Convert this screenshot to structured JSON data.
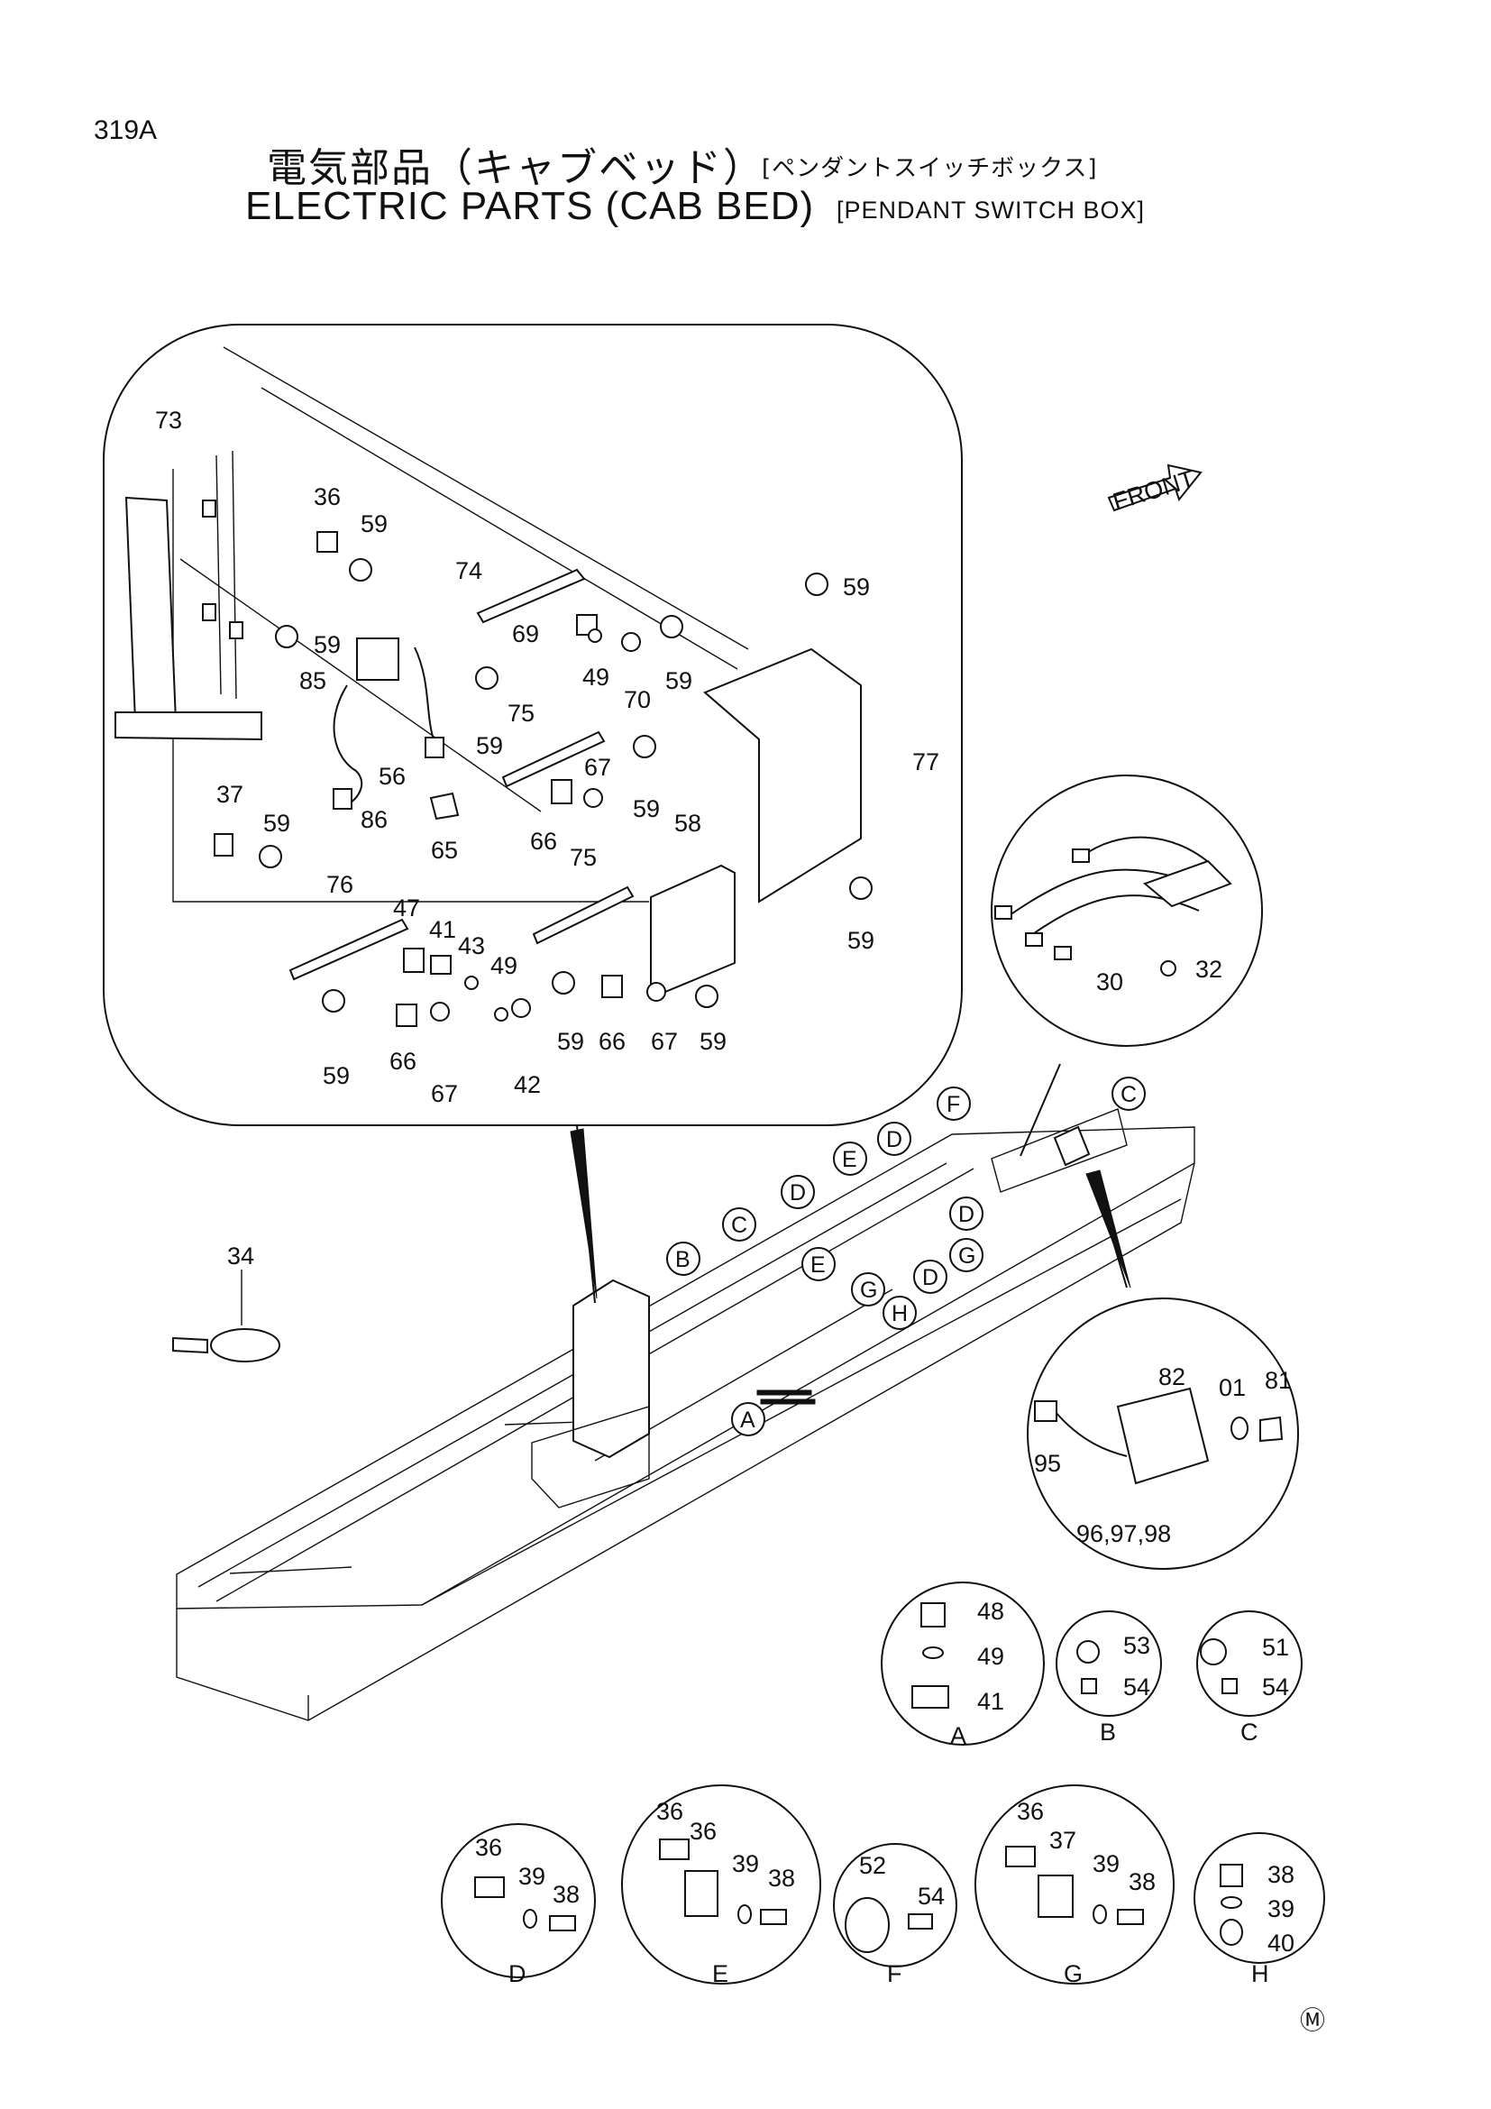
{
  "header": {
    "page_number": "319A",
    "title_jp": "電気部品（キャブベッド）",
    "title_jp_sub": "[ペンダントスイッチボックス]",
    "title_en": "ELECTRIC PARTS (CAB BED)",
    "title_en_sub": "[PENDANT SWITCH BOX]"
  },
  "front_label": "FRONT",
  "detail_box_labels": [
    "73",
    "36",
    "59",
    "74",
    "59",
    "69",
    "49",
    "70",
    "59",
    "59",
    "85",
    "59",
    "75",
    "56",
    "86",
    "65",
    "67",
    "59",
    "66",
    "77",
    "37",
    "59",
    "58",
    "75",
    "76",
    "47",
    "41",
    "43",
    "49",
    "59",
    "66",
    "67",
    "42",
    "59",
    "66",
    "67",
    "59",
    "59"
  ],
  "callout_letters": [
    "A",
    "B",
    "C",
    "C",
    "D",
    "D",
    "D",
    "D",
    "E",
    "E",
    "F",
    "G",
    "G",
    "H"
  ],
  "wiring_circle_labels": [
    "30",
    "32"
  ],
  "switch_circle_labels": [
    "82",
    "01",
    "81",
    "95",
    "96,97,98"
  ],
  "loose_part_label": "34",
  "views": [
    {
      "letter": "A",
      "parts": [
        "48",
        "49",
        "41"
      ]
    },
    {
      "letter": "B",
      "parts": [
        "53",
        "54"
      ]
    },
    {
      "letter": "C",
      "parts": [
        "51",
        "54"
      ]
    },
    {
      "letter": "D",
      "parts": [
        "36",
        "39",
        "38"
      ]
    },
    {
      "letter": "E",
      "parts": [
        "36",
        "36",
        "39",
        "38"
      ]
    },
    {
      "letter": "F",
      "parts": [
        "52",
        "54"
      ]
    },
    {
      "letter": "G",
      "parts": [
        "36",
        "37",
        "39",
        "38"
      ]
    },
    {
      "letter": "H",
      "parts": [
        "38",
        "39",
        "40"
      ]
    }
  ],
  "corner_mark": "Ⓜ"
}
